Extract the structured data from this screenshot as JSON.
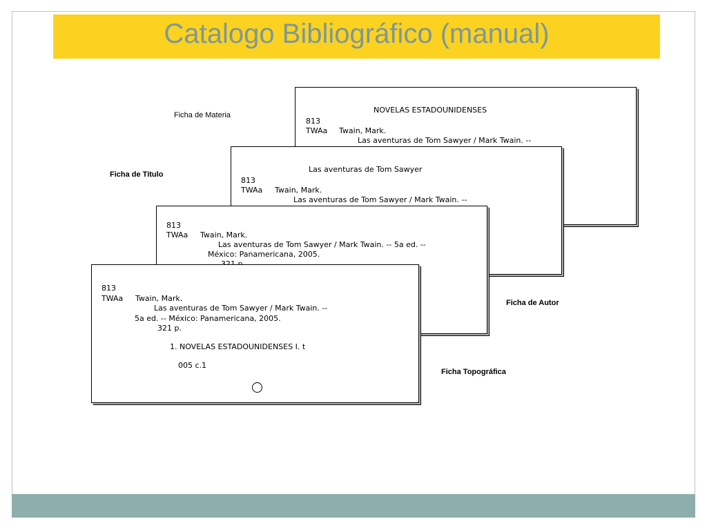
{
  "title": "Catalogo Bibliográfico (manual)",
  "labels": {
    "materia": "Ficha de Materia",
    "titulo": "Ficha de Titulo",
    "autor": "Ficha de Autor",
    "topografica": "Ficha Topográfica"
  },
  "cards": {
    "materia": {
      "heading": "NOVELAS ESTADOUNIDENSES",
      "class_number": "813",
      "cutter": "TWAa",
      "author": "Twain, Mark.",
      "title_line": "Las aventuras de Tom Sawyer  /  Mark Twain. --"
    },
    "titulo": {
      "heading": "Las aventuras de Tom Sawyer",
      "class_number": "813",
      "cutter": "TWAa",
      "author": "Twain, Mark.",
      "title_line": "Las aventuras de Tom Sawyer  /  Mark Twain. --"
    },
    "autor": {
      "class_number": "813",
      "cutter": "TWAa",
      "author": "Twain, Mark.",
      "title_line": "Las aventuras de Tom Sawyer  /  Mark Twain. -- 5a ed. --",
      "imprint": "México: Panamericana, 2005.",
      "pages": "321 p."
    },
    "topografica": {
      "class_number": "813",
      "cutter": "TWAa",
      "author": "Twain, Mark.",
      "title_line": "Las aventuras de Tom Sawyer  /  Mark Twain. --",
      "edition_imprint": "5a ed. -- México: Panamericana, 2005.",
      "pages": "321 p.",
      "tracing": "1. NOVELAS ESTADOUNIDENSES  I. t",
      "copy": "005 c.1"
    }
  }
}
